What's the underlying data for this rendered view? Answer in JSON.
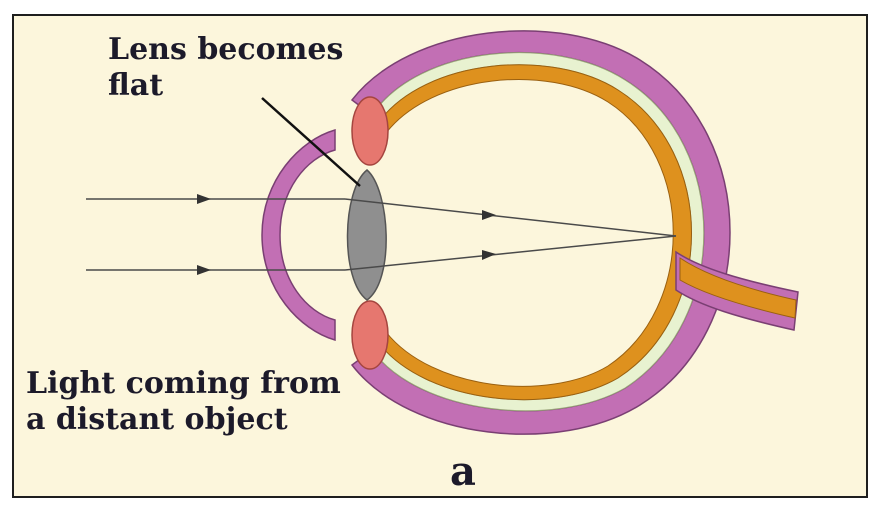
{
  "labels": {
    "lens_line1": "Lens becomes",
    "lens_line2": "flat",
    "light_line1": "Light coming from",
    "light_line2": "a distant object"
  },
  "caption": "a",
  "colors": {
    "background": "#fcf6dc",
    "sclera": "#c26fb4",
    "retina": "#de911e",
    "lens": "#8f8f8f",
    "ciliary_muscle": "#e6776f",
    "ray": "#4a4a4a"
  }
}
